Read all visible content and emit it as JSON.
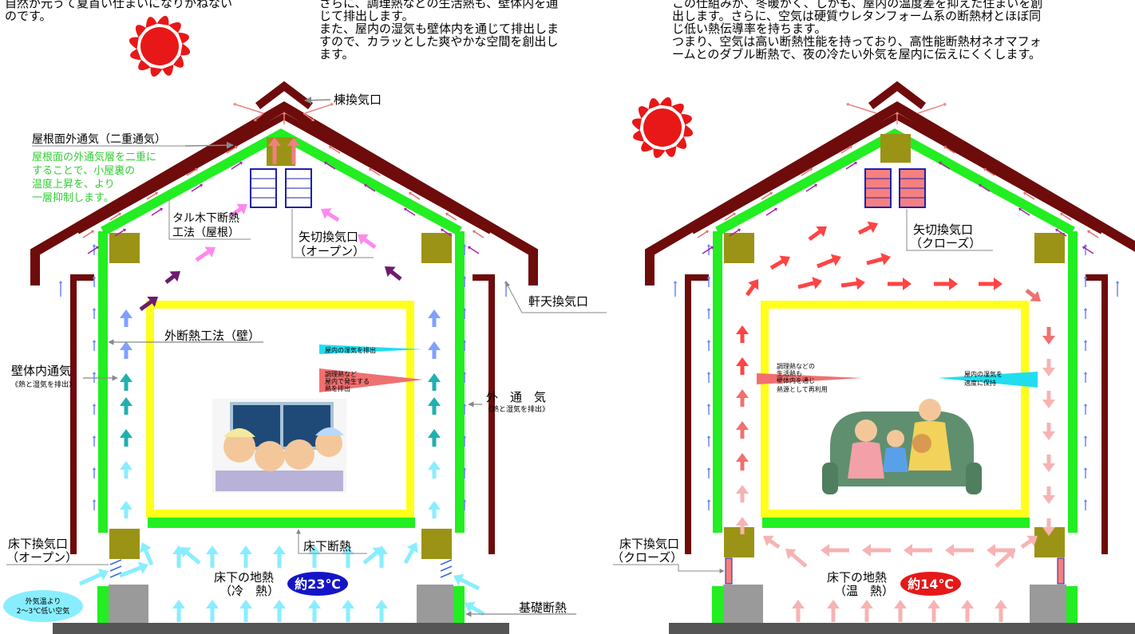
{
  "intro": {
    "top_left": "自然が元うて夏首い仕まいになりかねない\nのです。",
    "top_center": "さらに、調理熱などの生活熱も、壁体内を通\nじて排出します。\nまた、屋内の湿気も壁体内を通じて排出しま\nすので、カラッとした爽やかな空間を創出し\nます。",
    "top_right": "この仕組みが、冬暖かく、しかも、屋内の温度差を抑えた住まいを創\n出します。さらに、空気は硬質ウレタンフォーム系の断熱材とほぼ同\nじ低い熱伝導率を持ちます。\nつまり、空気は高い断熱性能を持っており、高性能断熱材ネオマフォ\nームとのダブル断熱で、夜の冷たい外気を屋内に伝えにくくします。"
  },
  "summer": {
    "ridge_vent": "棟換気口",
    "roof_outer_vent": "屋根面外通気（二重通気）",
    "roof_note": [
      "屋根面の外通気層を二重に",
      "することで、小屋裏の",
      "温度上昇を、より",
      "一層抑制します。"
    ],
    "rafter_insulation": [
      "タル木下断熱",
      "工法（屋根）"
    ],
    "gable_vent": [
      "矢切換気口",
      "（オープン）"
    ],
    "eave_vent": "軒天換気口",
    "outer_wall_insulation": "外断熱工法（壁）",
    "wall_vent": "壁体内通気",
    "wall_vent_sub": "《熱と湿気を排出》",
    "humidity_out": "屋内の湿気を排出",
    "heat_out": [
      "調理熱など",
      "屋内で発生する",
      "熱を排出"
    ],
    "outer_vent": "外　通　気",
    "outer_vent_sub": "《熱と湿気を排出》",
    "floor_insulation": "床下断熱",
    "underfloor_vent": [
      "床下換気口",
      "（オープン）"
    ],
    "ground_heat": [
      "床下の地熱",
      "（冷　熱）"
    ],
    "temp": "約23℃",
    "outside_air": [
      "外気温より",
      "2～3℃低い空気"
    ],
    "foundation_insulation": "基礎断熱"
  },
  "winter": {
    "gable_vent": [
      "矢切換気口",
      "（クローズ）"
    ],
    "cooking_heat": [
      "調理熱などの",
      "生活熱も",
      "壁体内を通じ",
      "熱源として再利用"
    ],
    "humidity_keep": [
      "屋内の湿気を",
      "適度に保持"
    ],
    "underfloor_vent": [
      "床下換気口",
      "（クローズ）"
    ],
    "ground_heat": [
      "床下の地熱",
      "（温　熱）"
    ],
    "temp": "約14℃"
  },
  "colors": {
    "roof": "#6e0b0b",
    "insulation": "#22ee22",
    "frame": "#ffff1a",
    "block": "#9b9316",
    "foundation": "#9a9a9a",
    "ground": "#555555",
    "summer_badge": "#1515c8",
    "winter_badge": "#e51919",
    "sun": "#e81818",
    "cool_air": "#88eeff",
    "warm_air": "#ff4444"
  }
}
